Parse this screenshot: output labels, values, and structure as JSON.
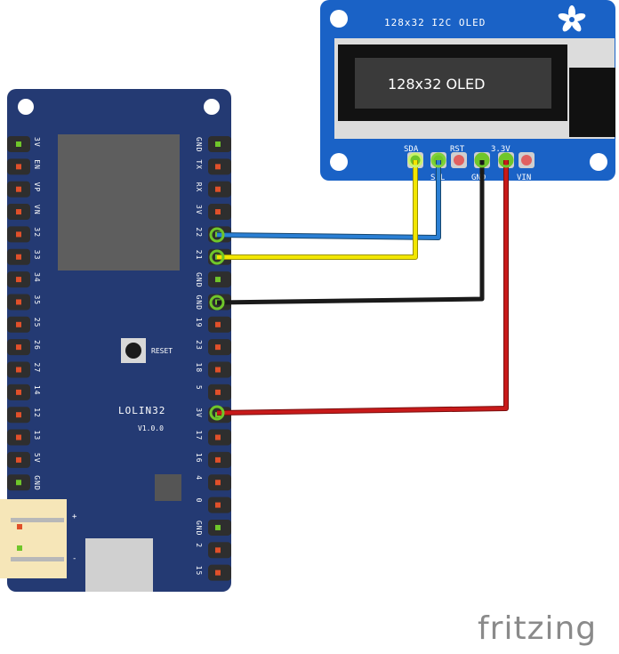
{
  "board": {
    "name": "LOLIN32",
    "version": "V1.0.0",
    "reset_label": "RESET",
    "left_pins": [
      "3V",
      "EN",
      "VP",
      "VN",
      "32",
      "33",
      "34",
      "35",
      "25",
      "26",
      "27",
      "14",
      "12",
      "13",
      "5V",
      "GND"
    ],
    "right_pins": [
      "GND",
      "TX",
      "RX",
      "3V",
      "22",
      "21",
      "GND",
      "GND",
      "19",
      "23",
      "18",
      "5",
      "3V",
      "17",
      "16",
      "4",
      "0",
      "GND",
      "2",
      "15"
    ],
    "battery_plus": "+",
    "battery_minus": "-"
  },
  "oled": {
    "header": "128x32 I2C OLED",
    "screen_text": "128x32 OLED",
    "pins": [
      "SDA",
      "SCL",
      "RST",
      "GND",
      "3.3V",
      "VIN"
    ]
  },
  "wires": [
    {
      "from": "22",
      "to": "SCL",
      "color": "#2a7fd4"
    },
    {
      "from": "21",
      "to": "SDA",
      "color": "#f2e600"
    },
    {
      "from": "GND",
      "to": "GND",
      "color": "#1a1a1a"
    },
    {
      "from": "3V",
      "to": "3.3V",
      "color": "#c81a1a"
    }
  ],
  "watermark": "fritzing",
  "colors": {
    "board": "#243a73",
    "oled_board": "#1a62c6",
    "connected_pin": "#6fc62a",
    "unconnected_pin": "#e0502a"
  }
}
